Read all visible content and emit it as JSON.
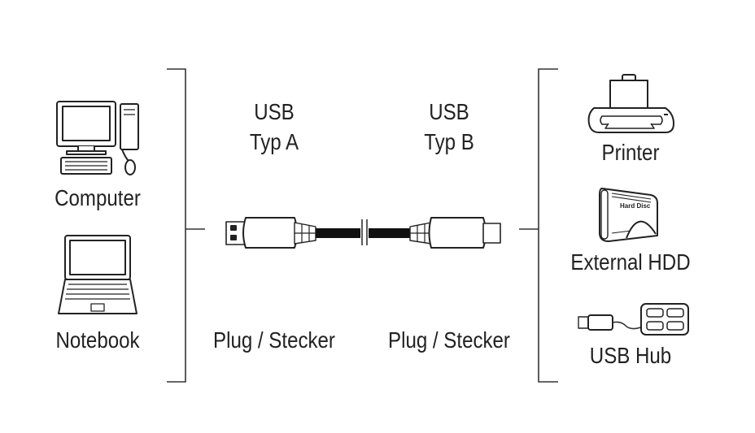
{
  "left_devices": [
    {
      "label": "Computer",
      "icon": "desktop-computer-icon"
    },
    {
      "label": "Notebook",
      "icon": "notebook-icon"
    }
  ],
  "cable": {
    "end_a": {
      "line1": "USB",
      "line2": "Typ A",
      "caption": "Plug / Stecker"
    },
    "end_b": {
      "line1": "USB",
      "line2": "Typ B",
      "caption": "Plug / Stecker"
    }
  },
  "right_devices": [
    {
      "label": "Printer",
      "icon": "printer-icon"
    },
    {
      "label": "External HDD",
      "icon": "external-hdd-icon",
      "icon_text": "Hard Disc"
    },
    {
      "label": "USB Hub",
      "icon": "usb-hub-icon"
    }
  ]
}
